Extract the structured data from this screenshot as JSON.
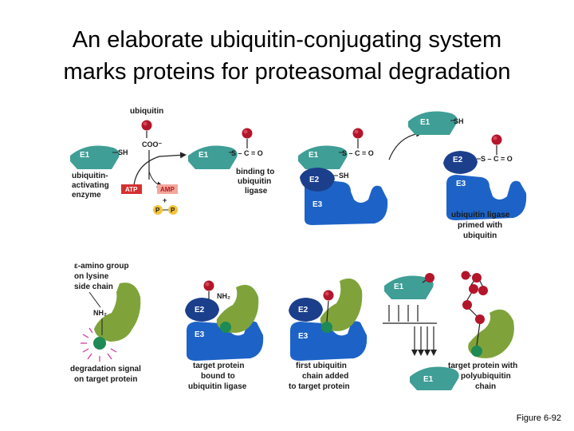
{
  "title": {
    "line1": "An elaborate ubiquitin-conjugating system",
    "line2": "marks proteins for proteasomal degradation"
  },
  "figure_number": "Figure 6-92",
  "enzymes": {
    "e1": "E1",
    "e2": "E2",
    "e3": "E3"
  },
  "chem": {
    "sh": "SH",
    "thioester": "S – C = O",
    "coo": "COO⁻",
    "nh2": "NH₂",
    "atp": "ATP",
    "amp": "AMP",
    "plus": "+",
    "p": "P"
  },
  "labels": {
    "ubiquitin": "ubiquitin",
    "activating": [
      "ubiquitin-",
      "activating",
      "enzyme"
    ],
    "binding": [
      "binding to",
      "ubiquitin",
      "ligase"
    ],
    "primed": [
      "ubiquitin ligase",
      "primed with",
      "ubiquitin"
    ],
    "epsilon": [
      "ε-amino group",
      "on lysine",
      "side chain"
    ],
    "degradation": [
      "degradation signal",
      "on target protein"
    ],
    "target_bound": [
      "target protein",
      "bound to",
      "ubiquitin ligase"
    ],
    "first_chain": [
      "first ubiquitin",
      "chain added",
      "to target protein"
    ],
    "poly": [
      "target protein with",
      "polyubiquitin",
      "chain"
    ]
  },
  "colors": {
    "e1": "#3f9e96",
    "e2": "#1c3f8c",
    "e3": "#1d63c7",
    "target": "#7fa33a",
    "ubiquitin": "#b3152a",
    "atp": "#d62f2f",
    "phosphate": "#f2c33a"
  }
}
